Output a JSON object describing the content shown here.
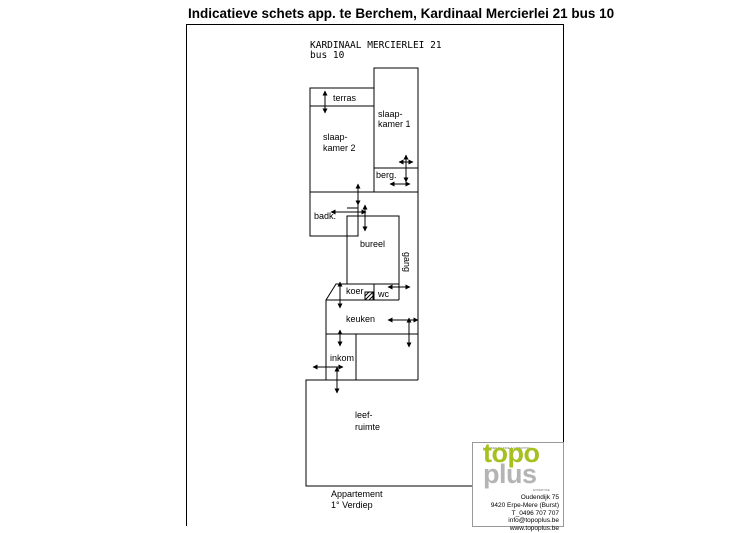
{
  "title": "Indicatieve schets app. te Berchem, Kardinaal Mercierlei 21 bus 10",
  "street": {
    "line1": "KARDINAAL  MERCIERLEI  21",
    "line2": "bus  10"
  },
  "rooms": {
    "terras": "terras",
    "slaapkamer1_a": "slaap-",
    "slaapkamer1_b": "kamer  1",
    "slaapkamer2_a": "slaap-",
    "slaapkamer2_b": "kamer  2",
    "berg": "berg.",
    "badk": "badk.",
    "bureel": "bureel",
    "gang": "gang",
    "koer": "koer",
    "wc": "wc",
    "keuken": "keuken",
    "inkom": "inkom",
    "leefruimte_a": "leef-",
    "leefruimte_b": "ruimte"
  },
  "floor": {
    "line1": "Appartement",
    "line2": "1°  Verdiep"
  },
  "logo": {
    "topo": "topo",
    "plus": "plus",
    "tagline": "LANDMEETKUNDE & EXPERTISE",
    "sub": "EXPERTISE",
    "address": "Oudendijk 75",
    "city": "9420 Erpe-Mere (Burst)",
    "phone": "T_0496 707 707",
    "email": "info@topoplus.be",
    "web": "www.topoplus.be",
    "colors": {
      "topo": "#a6c020",
      "plus": "#b4b4b4"
    }
  }
}
